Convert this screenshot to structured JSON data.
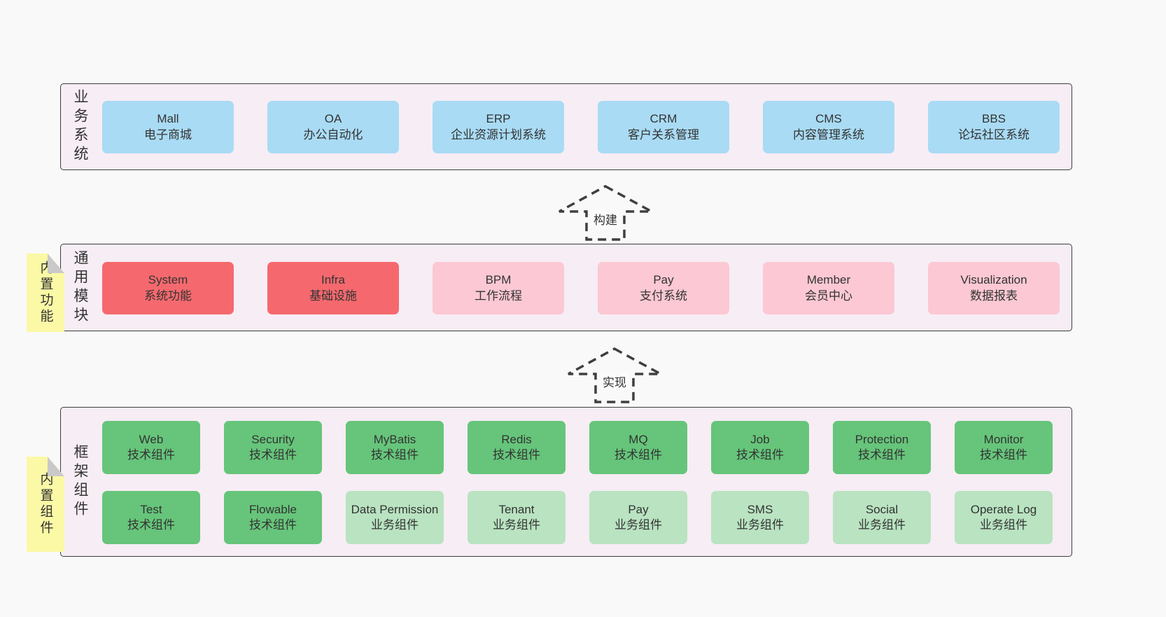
{
  "diagram": {
    "bands": [
      {
        "id": "business-systems",
        "label": "业务系统",
        "boxes": [
          {
            "title": "Mall",
            "subtitle": "电子商城",
            "type": "blue"
          },
          {
            "title": "OA",
            "subtitle": "办公自动化",
            "type": "blue"
          },
          {
            "title": "ERP",
            "subtitle": "企业资源计划系统",
            "type": "blue"
          },
          {
            "title": "CRM",
            "subtitle": "客户关系管理",
            "type": "blue"
          },
          {
            "title": "CMS",
            "subtitle": "内容管理系统",
            "type": "blue"
          },
          {
            "title": "BBS",
            "subtitle": "论坛社区系统",
            "type": "blue"
          }
        ]
      },
      {
        "id": "common-modules",
        "label": "通用模块",
        "note": "内置功能",
        "boxes": [
          {
            "title": "System",
            "subtitle": "系统功能",
            "type": "red"
          },
          {
            "title": "Infra",
            "subtitle": "基础设施",
            "type": "red"
          },
          {
            "title": "BPM",
            "subtitle": "工作流程",
            "type": "pink"
          },
          {
            "title": "Pay",
            "subtitle": "支付系统",
            "type": "pink"
          },
          {
            "title": "Member",
            "subtitle": "会员中心",
            "type": "pink"
          },
          {
            "title": "Visualization",
            "subtitle": "数据报表",
            "type": "pink"
          }
        ]
      },
      {
        "id": "framework-components",
        "label": "框架组件",
        "note": "内置组件",
        "rows": [
          [
            {
              "title": "Web",
              "subtitle": "技术组件",
              "type": "green"
            },
            {
              "title": "Security",
              "subtitle": "技术组件",
              "type": "green"
            },
            {
              "title": "MyBatis",
              "subtitle": "技术组件",
              "type": "green"
            },
            {
              "title": "Redis",
              "subtitle": "技术组件",
              "type": "green"
            },
            {
              "title": "MQ",
              "subtitle": "技术组件",
              "type": "green"
            },
            {
              "title": "Job",
              "subtitle": "技术组件",
              "type": "green"
            },
            {
              "title": "Protection",
              "subtitle": "技术组件",
              "type": "green"
            },
            {
              "title": "Monitor",
              "subtitle": "技术组件",
              "type": "green"
            }
          ],
          [
            {
              "title": "Test",
              "subtitle": "技术组件",
              "type": "green"
            },
            {
              "title": "Flowable",
              "subtitle": "技术组件",
              "type": "green"
            },
            {
              "title": "Data Permission",
              "subtitle": "业务组件",
              "type": "lightGreen"
            },
            {
              "title": "Tenant",
              "subtitle": "业务组件",
              "type": "lightGreen"
            },
            {
              "title": "Pay",
              "subtitle": "业务组件",
              "type": "lightGreen"
            },
            {
              "title": "SMS",
              "subtitle": "业务组件",
              "type": "lightGreen"
            },
            {
              "title": "Social",
              "subtitle": "业务组件",
              "type": "lightGreen"
            },
            {
              "title": "Operate Log",
              "subtitle": "业务组件",
              "type": "lightGreen"
            }
          ]
        ]
      }
    ],
    "arrows": [
      {
        "label": "构建"
      },
      {
        "label": "实现"
      }
    ],
    "colors": {
      "blue": "#a9dbf4",
      "red": "#f5696e",
      "pink": "#fbc8d3",
      "green": "#66c57a",
      "lightGreen": "#b9e3c1",
      "bandBg": "#f7edf5",
      "bandBorder": "#3c3c3c",
      "noteYellow": "#fbf9a5",
      "noteFold": "#c9c9c9",
      "pageBg": "#f9f9f9",
      "text": "#333333",
      "arrow": "#3f3f3f"
    }
  }
}
